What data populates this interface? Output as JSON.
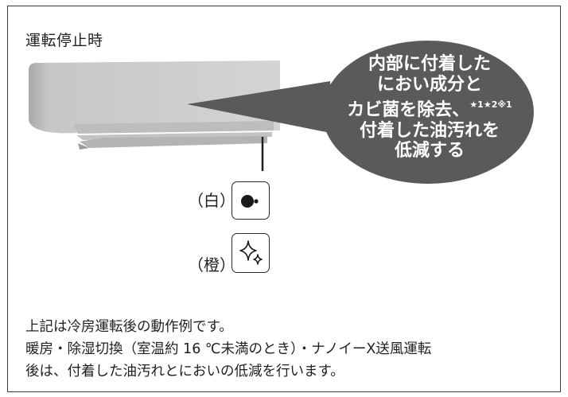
{
  "title": "運転停止時",
  "callout": {
    "line1": "内部に付着した",
    "line2": "におい成分と",
    "line3": "カビ菌を除去、",
    "footnote": "★1★2※1",
    "line4": "付着した油汚れを",
    "line5": "低減する"
  },
  "indicators": [
    {
      "label": "（白）",
      "icon": "nanoe-dot-icon",
      "color": "#ffffff"
    },
    {
      "label": "（橙）",
      "icon": "sparkle-icon",
      "color": "#f39800"
    }
  ],
  "notes": {
    "line1": "上記は冷房運転後の動作例です。",
    "line2": "暖房・除湿切換（室温約 16 ℃未満のとき）・ナノイーX送風運転",
    "line3": "後は、付着した油汚れとにおいの低減を行います。"
  },
  "colors": {
    "bubble": "#5a5a5a",
    "unit": "#c9c9c9",
    "frame": "#3a3a3a"
  }
}
